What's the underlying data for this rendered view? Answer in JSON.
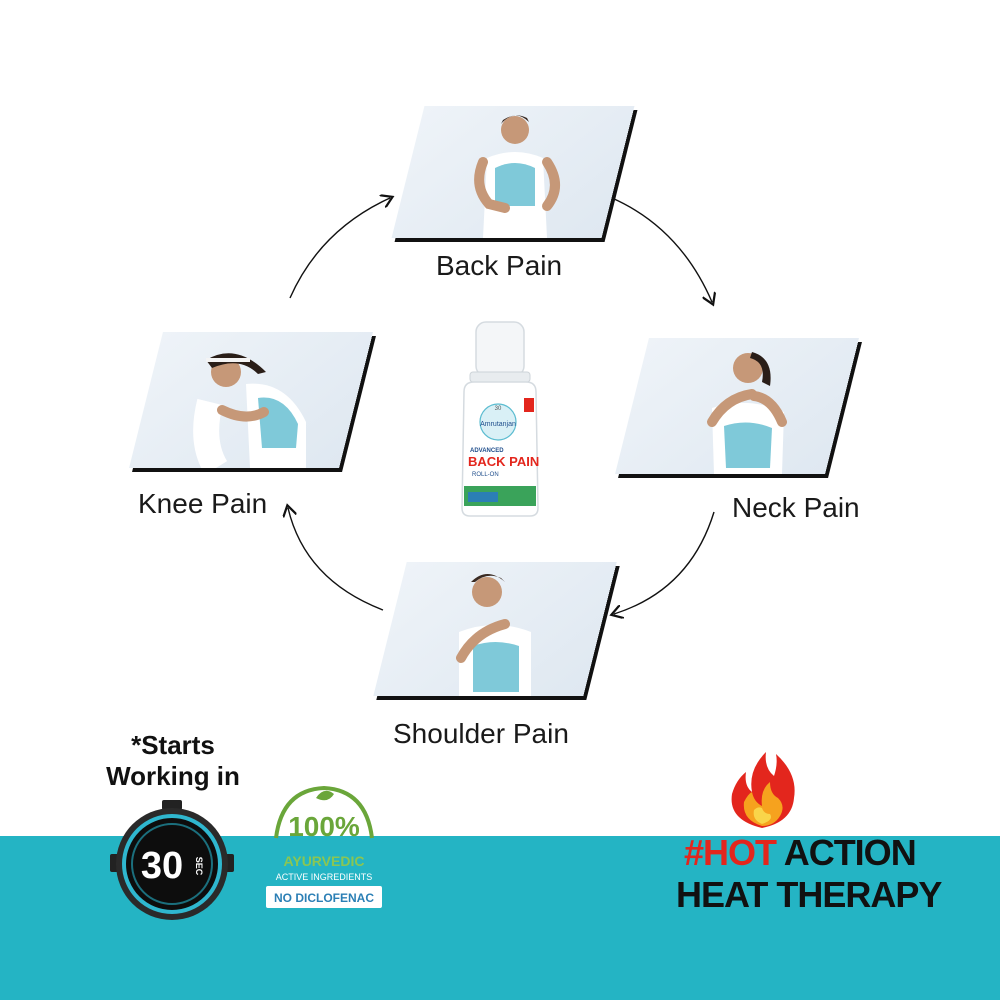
{
  "cards": {
    "back": {
      "label": "Back Pain"
    },
    "neck": {
      "label": "Neck Pain"
    },
    "shoulder": {
      "label": "Shoulder Pain"
    },
    "knee": {
      "label": "Knee Pain"
    }
  },
  "product": {
    "name_line1": "ADVANCED",
    "name_line2": "BACK PAIN",
    "name_line3": "ROLL-ON",
    "brand": "Amrutanjan",
    "badge": "30"
  },
  "starts": {
    "line1": "*Starts",
    "line2": "Working in",
    "timer_value": "30",
    "timer_unit": "SEC"
  },
  "ayurvedic": {
    "percent": "100%",
    "line1": "AYURVEDIC",
    "line2": "ACTIVE INGREDIENTS",
    "line3": "NO DICLOFENAC"
  },
  "hot_action": {
    "hash": "#",
    "hot": "HOT",
    "action": " ACTION",
    "line2": "HEAT THERAPY"
  },
  "colors": {
    "band": "#24b4c4",
    "accent_red": "#e3261d",
    "ayurvedic_green": "#6aa63a",
    "timer_ring": "#2fb7cf"
  }
}
